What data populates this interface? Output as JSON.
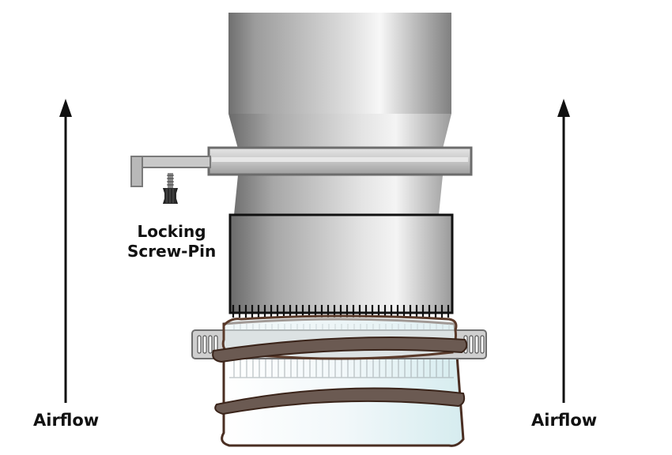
{
  "labels": {
    "airflow_left": "Airflow",
    "airflow_right": "Airflow",
    "pin_line1": "Locking",
    "pin_line2": "Screw-Pin"
  },
  "colors": {
    "metal_dark": "#7a7a7a",
    "metal_mid": "#b5b5b5",
    "metal_light": "#f2f2f2",
    "hose_rib": "#5a3a2a",
    "hose_fill": "#e8f3f5",
    "clamp": "#c8c8c8",
    "arrow": "#111111"
  },
  "icons": [
    "up-arrow-icon",
    "thumb-screw-icon"
  ]
}
